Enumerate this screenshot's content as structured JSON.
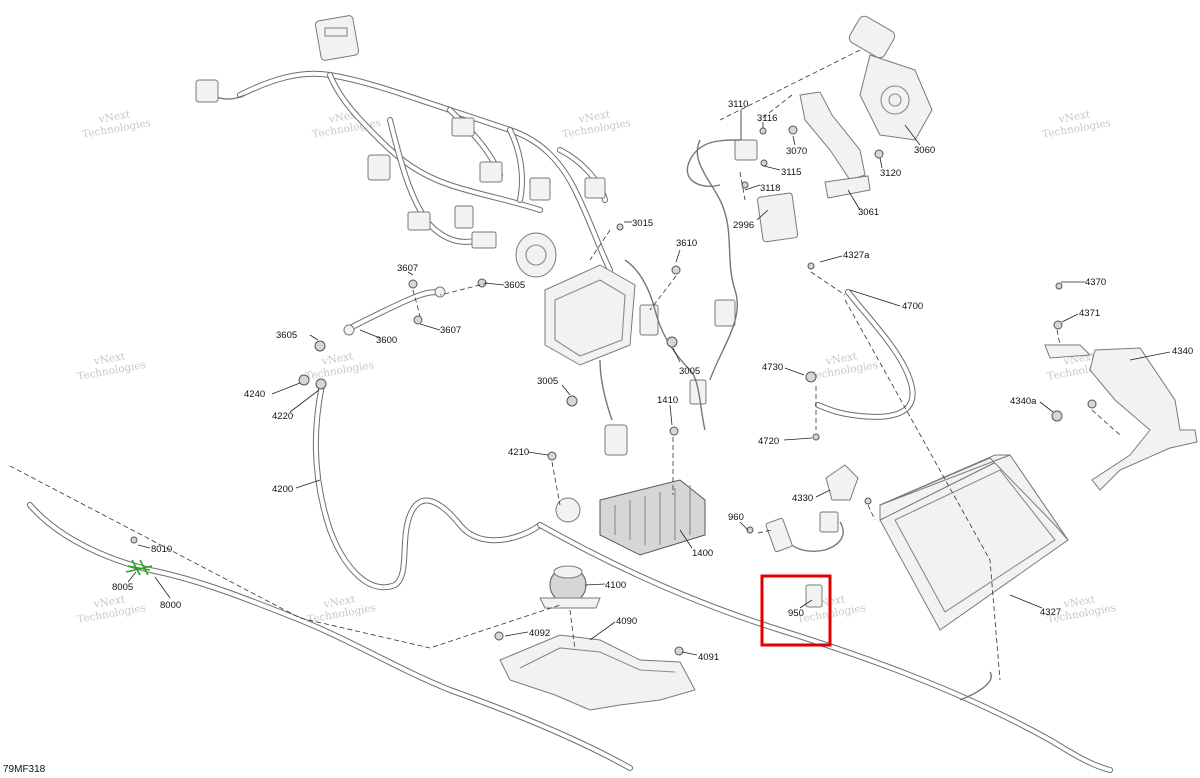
{
  "figure_code": "79MF318",
  "watermark": {
    "line1": "vNext",
    "line2": "Technologies"
  },
  "highlight": {
    "part": "950",
    "color": "#e00000"
  },
  "accent_color": "#26a626",
  "callouts": [
    {
      "id": "3110",
      "label": "3110"
    },
    {
      "id": "3116",
      "label": "3116"
    },
    {
      "id": "3070",
      "label": "3070"
    },
    {
      "id": "3060",
      "label": "3060"
    },
    {
      "id": "3115",
      "label": "3115"
    },
    {
      "id": "3120",
      "label": "3120"
    },
    {
      "id": "3118",
      "label": "3118"
    },
    {
      "id": "3061",
      "label": "3061"
    },
    {
      "id": "2996",
      "label": "2996"
    },
    {
      "id": "3015",
      "label": "3015"
    },
    {
      "id": "3610",
      "label": "3610"
    },
    {
      "id": "4327a",
      "label": "4327a"
    },
    {
      "id": "3607a",
      "label": "3607"
    },
    {
      "id": "3605a",
      "label": "3605"
    },
    {
      "id": "4700",
      "label": "4700"
    },
    {
      "id": "4370",
      "label": "4370"
    },
    {
      "id": "3607b",
      "label": "3607"
    },
    {
      "id": "4371",
      "label": "4371"
    },
    {
      "id": "3605b",
      "label": "3605"
    },
    {
      "id": "3600",
      "label": "3600"
    },
    {
      "id": "4340",
      "label": "4340"
    },
    {
      "id": "3005a",
      "label": "3005"
    },
    {
      "id": "4730",
      "label": "4730"
    },
    {
      "id": "3005b",
      "label": "3005"
    },
    {
      "id": "4240",
      "label": "4240"
    },
    {
      "id": "4220",
      "label": "4220"
    },
    {
      "id": "4340a",
      "label": "4340a"
    },
    {
      "id": "1410",
      "label": "1410"
    },
    {
      "id": "4720",
      "label": "4720"
    },
    {
      "id": "4210",
      "label": "4210"
    },
    {
      "id": "4200",
      "label": "4200"
    },
    {
      "id": "4330",
      "label": "4330"
    },
    {
      "id": "960",
      "label": "960"
    },
    {
      "id": "8010",
      "label": "8010"
    },
    {
      "id": "1400",
      "label": "1400"
    },
    {
      "id": "8005",
      "label": "8005"
    },
    {
      "id": "4100",
      "label": "4100"
    },
    {
      "id": "8000",
      "label": "8000"
    },
    {
      "id": "950",
      "label": "950"
    },
    {
      "id": "4327",
      "label": "4327"
    },
    {
      "id": "4092",
      "label": "4092"
    },
    {
      "id": "4090",
      "label": "4090"
    },
    {
      "id": "4091",
      "label": "4091"
    }
  ]
}
